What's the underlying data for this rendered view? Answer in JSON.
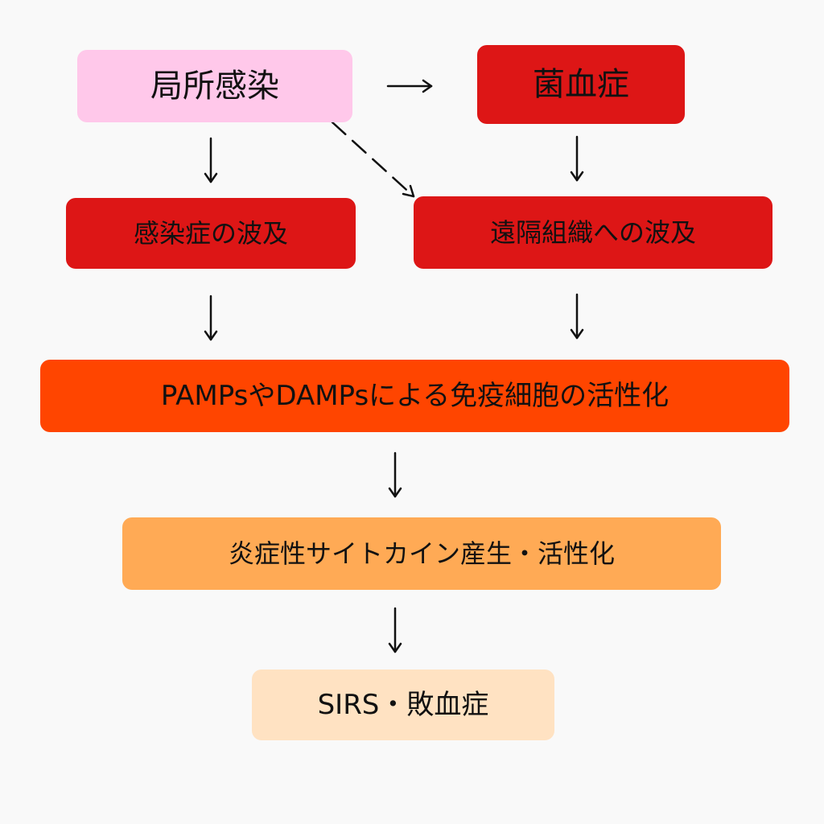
{
  "nodes": {
    "local_infection": {
      "label": "局所感染",
      "color": "#ffc8ea"
    },
    "bacteremia": {
      "label": "菌血症",
      "color": "#dd1616"
    },
    "spread_infection": {
      "label": "感染症の波及",
      "color": "#dd1616"
    },
    "spread_distant": {
      "label": "遠隔組織への波及",
      "color": "#dd1616"
    },
    "immune_activation": {
      "label": "PAMPsやDAMPsによる免疫細胞の活性化",
      "color": "#ff4500"
    },
    "cytokine": {
      "label": "炎症性サイトカイン産生・活性化",
      "color": "#ffaa55"
    },
    "sirs": {
      "label": "SIRS・敗血症",
      "color": "#ffe2c2"
    }
  },
  "edges": [
    {
      "from": "local_infection",
      "to": "bacteremia",
      "style": "solid"
    },
    {
      "from": "local_infection",
      "to": "spread_infection",
      "style": "solid"
    },
    {
      "from": "local_infection",
      "to": "spread_distant",
      "style": "dashed"
    },
    {
      "from": "bacteremia",
      "to": "spread_distant",
      "style": "solid"
    },
    {
      "from": "spread_infection",
      "to": "immune_activation",
      "style": "solid"
    },
    {
      "from": "spread_distant",
      "to": "immune_activation",
      "style": "solid"
    },
    {
      "from": "immune_activation",
      "to": "cytokine",
      "style": "solid"
    },
    {
      "from": "cytokine",
      "to": "sirs",
      "style": "solid"
    }
  ],
  "colors": {
    "background": "#f9f9f9",
    "text": "#111111",
    "arrow": "#111111"
  }
}
